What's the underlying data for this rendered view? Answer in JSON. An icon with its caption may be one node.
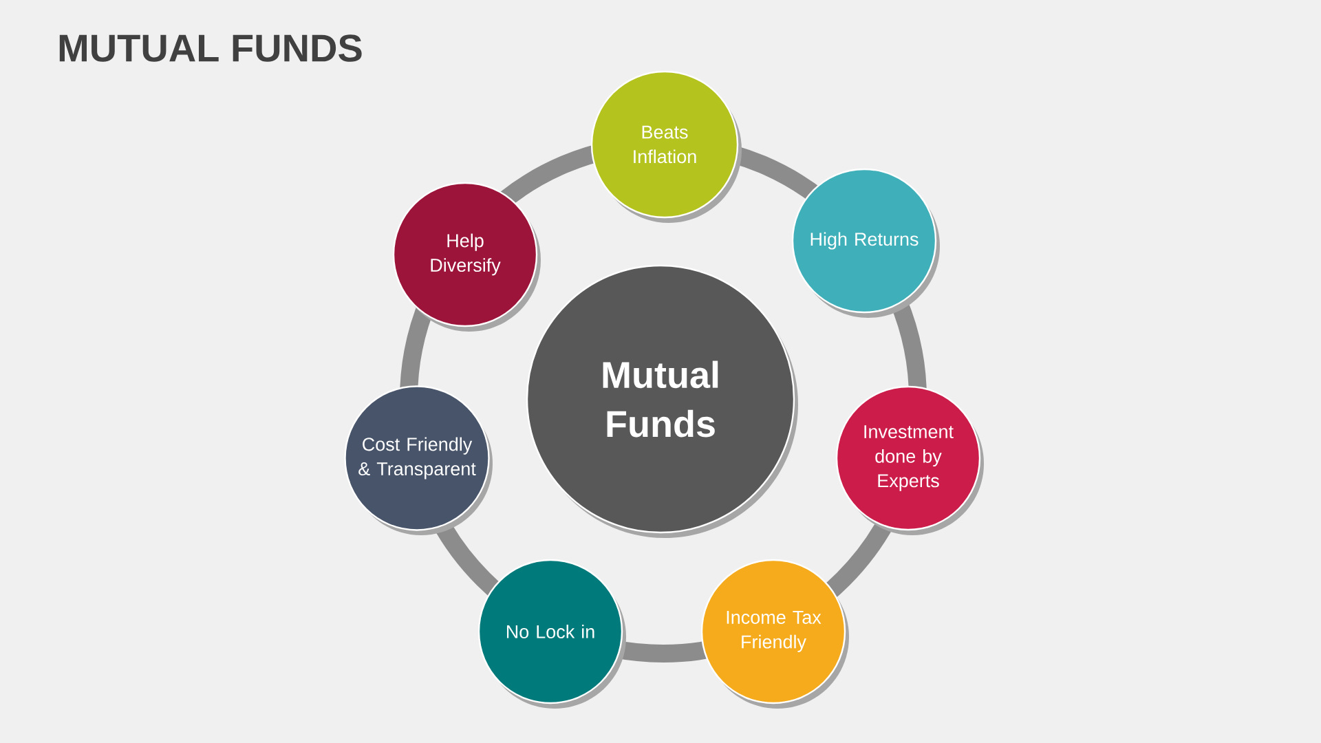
{
  "diagram": {
    "title": "MUTUAL FUNDS",
    "nodes": [
      {
        "text": [
          "Mutual Funds"
        ]
      },
      {
        "text": [
          "Beats Inflation"
        ]
      },
      {
        "text": [
          "High Returns"
        ]
      },
      {
        "text": [
          "Investment done by Experts"
        ]
      },
      {
        "text": [
          "Income Tax Friendly"
        ]
      },
      {
        "text": [
          "No Lock in"
        ]
      },
      {
        "text": [
          "Cost Friendly & Transparent"
        ]
      },
      {
        "text": [
          "Help Diversify"
        ]
      }
    ]
  }
}
